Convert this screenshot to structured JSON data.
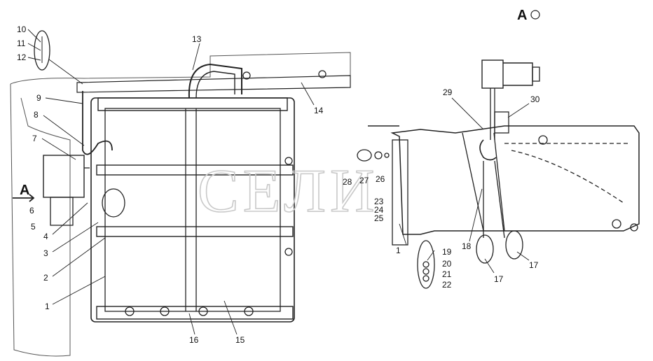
{
  "view_marker": "А",
  "view_title": "А",
  "watermark": "СЕЛИ",
  "callouts": {
    "c10": "10",
    "c11": "11",
    "c12": "12",
    "c13": "13",
    "c9": "9",
    "c8": "8",
    "c7": "7",
    "c6": "6",
    "c5": "5",
    "c4": "4",
    "c3": "3",
    "c2": "2",
    "c1a": "1",
    "c14": "14",
    "c16": "16",
    "c15": "15",
    "c28": "28",
    "c27": "27",
    "c26": "26",
    "c23": "23",
    "c24": "24",
    "c25": "25",
    "c1b": "1",
    "c29": "29",
    "c30": "30",
    "c18": "18",
    "c19": "19",
    "c20": "20",
    "c21": "21",
    "c22": "22",
    "c17a": "17",
    "c17b": "17"
  }
}
